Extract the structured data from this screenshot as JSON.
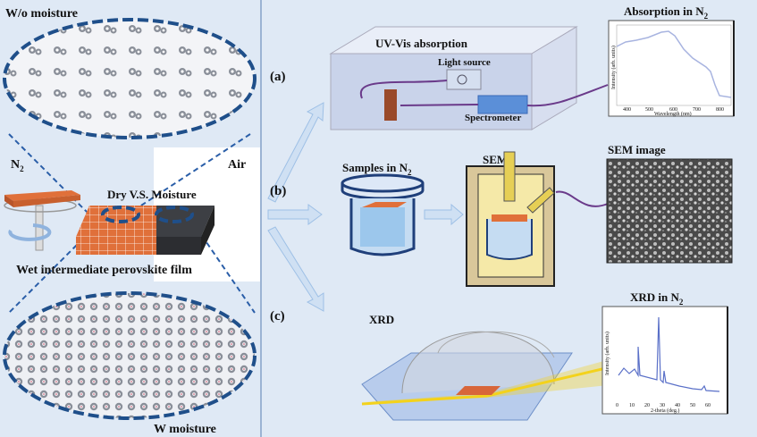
{
  "left": {
    "top_label": "W/o moisture",
    "n2_label": "N",
    "n2_sub": "2",
    "air_label": "Air",
    "dry_vs_label": "Dry V.S. Moisture",
    "film_label": "Wet intermediate perovskite film",
    "bottom_label": "W moisture"
  },
  "right": {
    "a_label": "(a)",
    "b_label": "(b)",
    "c_label": "(c)",
    "uvvis_title": "UV-Vis absorption",
    "light_source": "Light source",
    "spectrometer": "Spectrometer",
    "absorption_title": "Absorption in N",
    "absorption_sub": "2",
    "absorption_xlabel": "Wavelength (nm)",
    "absorption_ylabel": "Intensity (arb. units)",
    "absorption_xticks": [
      "400",
      "500",
      "600",
      "700",
      "800"
    ],
    "samples_title": "Samples in N",
    "samples_sub": "2",
    "sem_title": "SEM",
    "sem_image_title": "SEM image",
    "xrd_title": "XRD",
    "xrd_chart_title": "XRD in N",
    "xrd_chart_sub": "2",
    "xrd_xlabel": "2-theta (deg.)",
    "xrd_ylabel": "Intensity (arb. units)",
    "xrd_xticks": [
      "0",
      "10",
      "20",
      "30",
      "40",
      "50",
      "60"
    ]
  },
  "colors": {
    "background": "#dfe9f5",
    "perovskite_orange": "#e0703a",
    "dashed_blue": "#1f4f8a",
    "curve": "#8fa0d8",
    "beam": "#f3d21c"
  }
}
